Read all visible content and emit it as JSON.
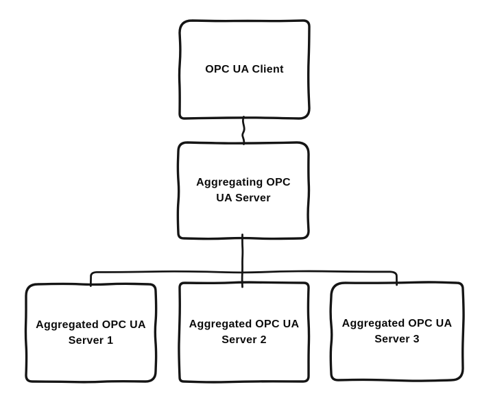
{
  "diagram": {
    "type": "hierarchy",
    "background_color": "#ffffff",
    "stroke_color": "#151515",
    "text_color": "#0b0b0b",
    "style": "hand-drawn-sketch",
    "nodes": {
      "client": {
        "id": "opc-ua-client",
        "label": "OPC UA Client"
      },
      "aggregating": {
        "id": "aggregating-opc-ua-server",
        "label": "Aggregating OPC UA Server"
      },
      "aggregated1": {
        "id": "aggregated-opc-ua-server-1",
        "label": "Aggregated OPC UA Server 1"
      },
      "aggregated2": {
        "id": "aggregated-opc-ua-server-2",
        "label": "Aggregated OPC UA Server 2"
      },
      "aggregated3": {
        "id": "aggregated-opc-ua-server-3",
        "label": "Aggregated OPC UA Server 3"
      }
    },
    "edges": [
      {
        "from": "opc-ua-client",
        "to": "aggregating-opc-ua-server"
      },
      {
        "from": "aggregating-opc-ua-server",
        "to": "aggregated-opc-ua-server-1"
      },
      {
        "from": "aggregating-opc-ua-server",
        "to": "aggregated-opc-ua-server-2"
      },
      {
        "from": "aggregating-opc-ua-server",
        "to": "aggregated-opc-ua-server-3"
      }
    ]
  }
}
